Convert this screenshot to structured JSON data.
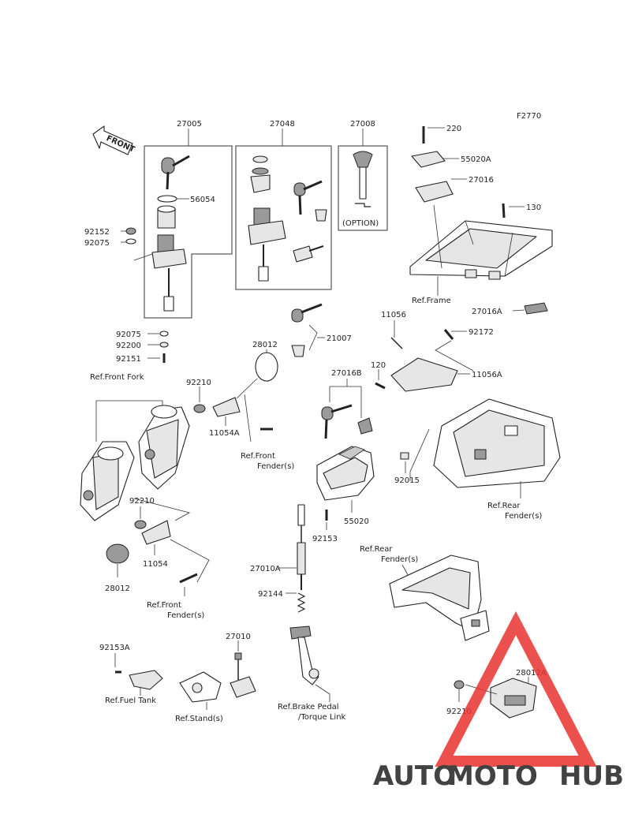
{
  "diagram": {
    "code": "F2770",
    "front_label": "FRONT",
    "option_label": "(OPTION)",
    "parts": {
      "p27005": "27005",
      "p27048": "27048",
      "p27008": "27008",
      "p220": "220",
      "p55020A": "55020A",
      "p27016": "27016",
      "p130": "130",
      "p56054": "56054",
      "p92152": "92152",
      "p92075a": "92075",
      "p92075b": "92075",
      "p92200": "92200",
      "p92151": "92151",
      "p21007": "21007",
      "p11056": "11056",
      "p92172": "92172",
      "p27016A": "27016A",
      "p28012a": "28012",
      "p92210a": "92210",
      "p11054A": "11054A",
      "p120": "120",
      "p27016B": "27016B",
      "p11056A": "11056A",
      "p92015": "92015",
      "p55020": "55020",
      "p92153": "92153",
      "p92210b": "92210",
      "p11054": "11054",
      "p28012b": "28012",
      "p27010A": "27010A",
      "p92144": "92144",
      "p27010": "27010",
      "p92153A": "92153A",
      "p28012A": "28012A",
      "p92210c": "92210"
    },
    "refs": {
      "frame": "Ref.Frame",
      "front_fork": "Ref.Front Fork",
      "front_fender_1a": "Ref.Front",
      "front_fender_1b": "Fender(s)",
      "rear_fender_1a": "Ref.Rear",
      "rear_fender_1b": "Fender(s)",
      "rear_fender_2a": "Ref.Rear",
      "rear_fender_2b": "Fender(s)",
      "front_fender_2a": "Ref.Front",
      "front_fender_2b": "Fender(s)",
      "fuel_tank": "Ref.Fuel Tank",
      "stand": "Ref.Stand(s)",
      "brake_pedal_a": "Ref.Brake Pedal",
      "brake_pedal_b": "/Torque Link"
    }
  },
  "watermark": {
    "part_a": "AUTO",
    "part_b": "MOTO",
    "part_c": "HUB",
    "color_a": "#f4a22a",
    "color_b": "#e8322f",
    "color_c": "#6b6b6b",
    "triangle_color": "#e8322f"
  }
}
